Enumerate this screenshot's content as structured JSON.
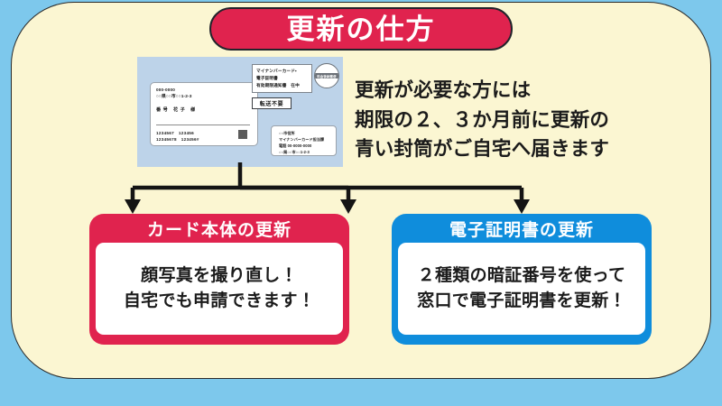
{
  "colors": {
    "background": "#7dc8ec",
    "panel": "#fbf6d2",
    "panel_border": "#2a2a2a",
    "accent_red": "#e0234e",
    "accent_blue": "#0f8ddc",
    "text": "#1b1b1b",
    "envelope_bg": "#bdd3e9",
    "white": "#ffffff"
  },
  "header": {
    "title": "更新の仕方"
  },
  "envelope": {
    "address_card": {
      "zip": "000-0000",
      "address": "○○県○○市○○1-2-3",
      "name": "番号 花子 様",
      "numbers": "1234567　123456\n12345678　123456#"
    },
    "notice_label": {
      "lines": [
        "マイナンバーカード・",
        "電子証明書",
        "有効期限通知書　在中"
      ]
    },
    "stamp": {
      "text": "料金後納郵便"
    },
    "transfer_box": {
      "text": "転送不要"
    },
    "sender_box": {
      "lines": [
        "○○市役所",
        "マイナンバーカード担当課",
        "電話 00-0000-0000",
        "○○県○○市○○1-2-3"
      ]
    }
  },
  "lead": {
    "lines": [
      "更新が必要な方には",
      "期限の２、３か月前に更新の",
      "青い封筒がご自宅へ届きます"
    ]
  },
  "boxes": [
    {
      "id": "card-body-renewal",
      "header": "カード本体の更新",
      "body_lines": [
        "顔写真を撮り直し！",
        "自宅でも申請できます！"
      ],
      "color": "#e0234e"
    },
    {
      "id": "digital-certificate-renewal",
      "header": "電子証明書の更新",
      "body_lines": [
        "２種類の暗証番号を使って",
        "窓口で電子証明書を更新！"
      ],
      "color": "#0f8ddc"
    }
  ]
}
